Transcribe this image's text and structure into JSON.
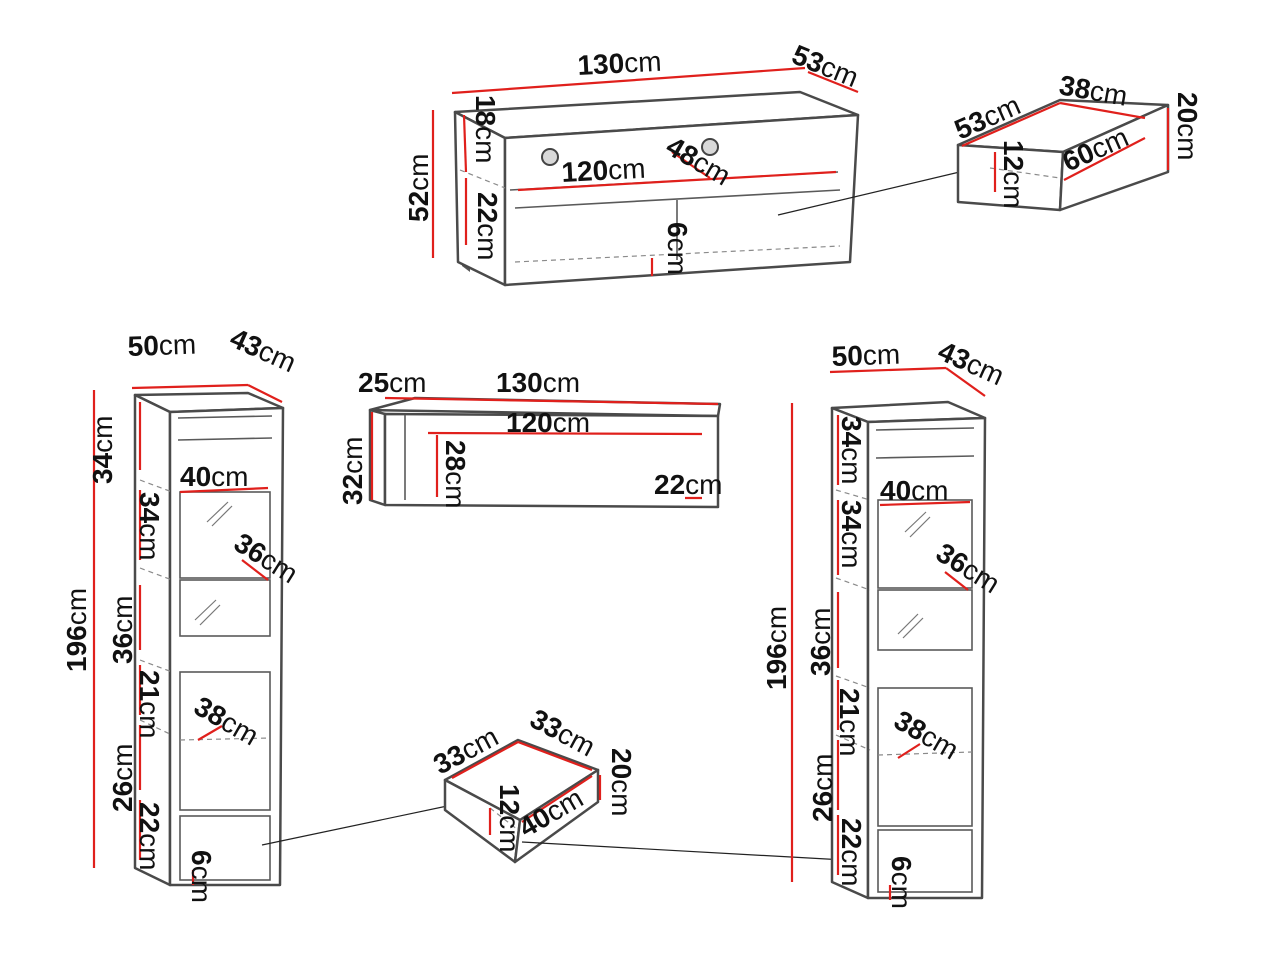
{
  "unit": "cm",
  "tv_cabinet": {
    "width": "130",
    "depth": "53",
    "height": "52",
    "top_shelf": "18",
    "drawer_height": "22",
    "inner_width": "120",
    "inner_depth": "48",
    "plinth": "6"
  },
  "large_drawer": {
    "depth": "53",
    "width": "38",
    "height": "20",
    "inner_height": "12",
    "inner_length": "60"
  },
  "wall_shelf": {
    "depth": "25",
    "width": "130",
    "inner_width": "120",
    "height": "32",
    "inner_height": "28",
    "inner_depth": "22"
  },
  "left_cabinet": {
    "width": "50",
    "depth": "43",
    "height": "196",
    "top_section": "34",
    "inner_width": "40",
    "section_2": "34",
    "inner_depth_glass": "36",
    "section_3": "36",
    "section_4": "21",
    "inner_depth_lower": "38",
    "section_5": "26",
    "drawer": "22",
    "plinth": "6"
  },
  "small_drawer": {
    "depth": "33",
    "width": "33",
    "height": "20",
    "inner_height": "12",
    "inner_length": "40"
  },
  "right_cabinet": {
    "width": "50",
    "depth": "43",
    "height": "196",
    "top_section": "34",
    "inner_width": "40",
    "section_2": "34",
    "inner_depth_glass": "36",
    "section_3": "36",
    "section_4": "21",
    "inner_depth_lower": "38",
    "section_5": "26",
    "drawer": "22",
    "plinth": "6"
  },
  "colors": {
    "dimension_line": "#e0201c",
    "outline": "#4a4a4a",
    "text": "#111111"
  }
}
